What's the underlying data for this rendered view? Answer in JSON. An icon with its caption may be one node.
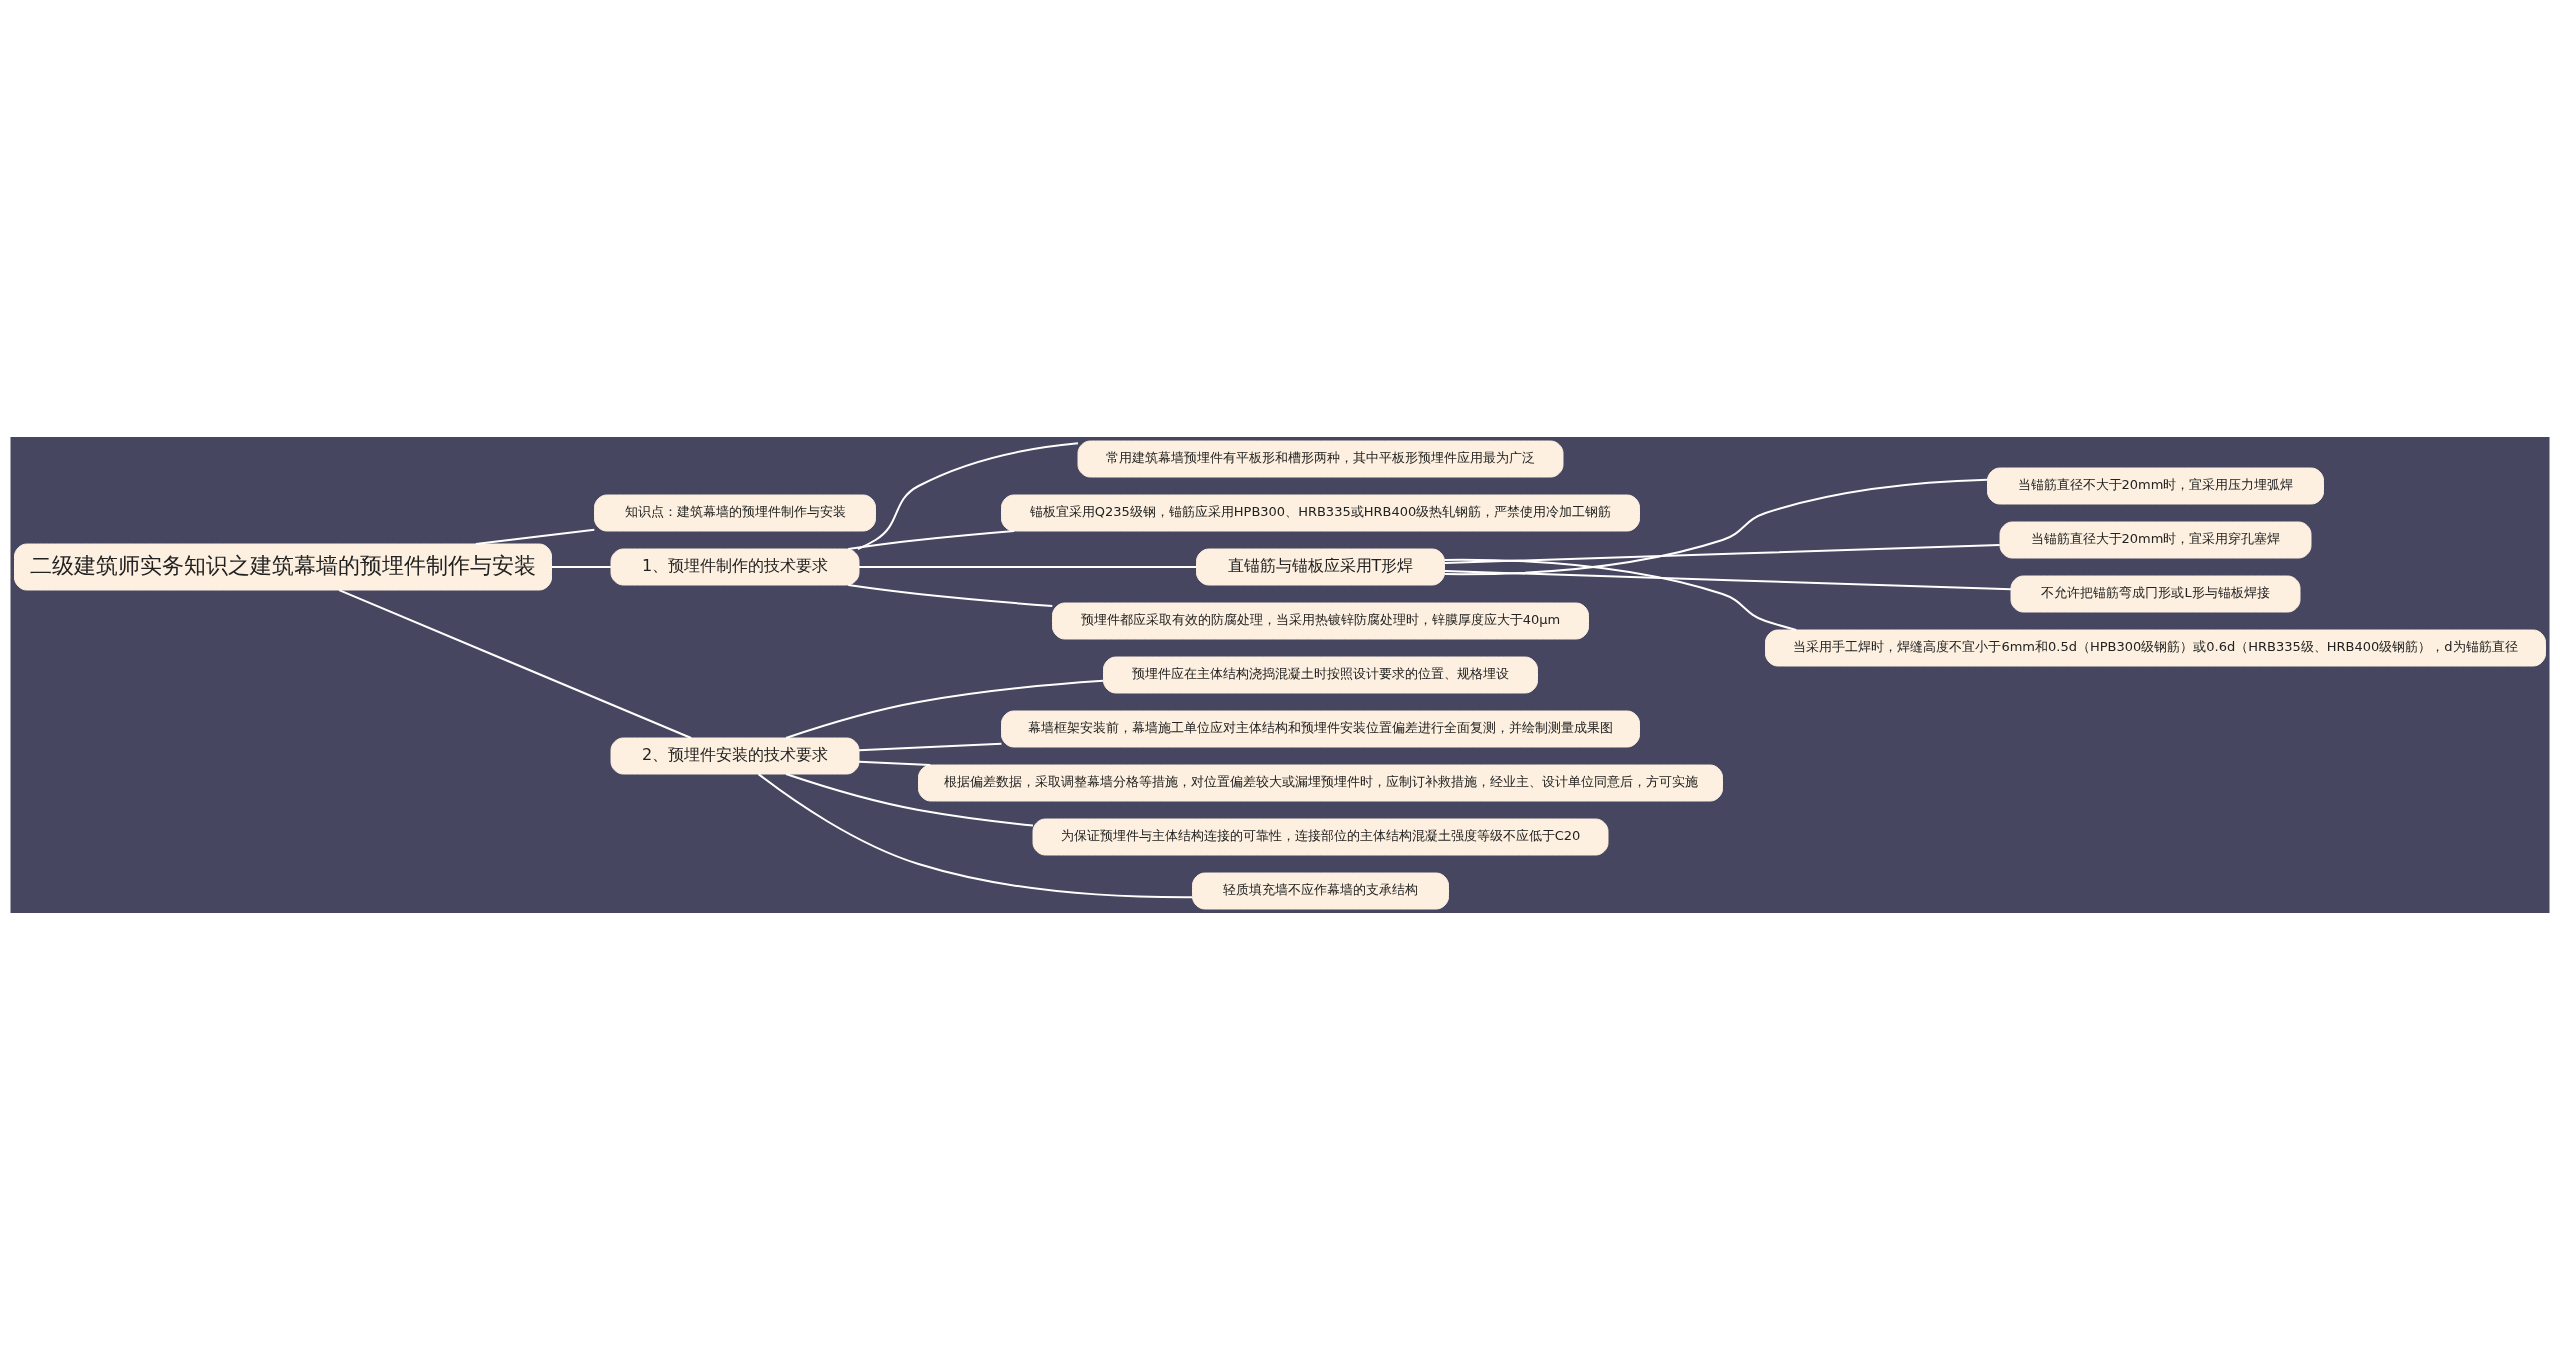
{
  "diagram": {
    "nodes": [
      {
        "text": [
          "二级建筑师实务知识之建筑幕墙的预埋件制作与安装"
        ]
      },
      {
        "text": [
          "知识点：建筑幕墙的预埋件制作与安装"
        ]
      },
      {
        "text": [
          "1、预埋件制作的技术要求"
        ]
      },
      {
        "text": [
          "常用建筑幕墙预埋件有平板形和槽形两种，其中平板形预埋件应用最为广泛"
        ]
      },
      {
        "text": [
          "锚板宜采用Q235级钢，锚筋应采用HPB300、HRB335或HRB400级热轧钢筋，严禁使用冷加工钢筋"
        ]
      },
      {
        "text": [
          "直锚筋与锚板应采用T形焊"
        ]
      },
      {
        "text": [
          "当锚筋直径不大于20mm时，宜采用压力埋弧焊"
        ]
      },
      {
        "text": [
          "当锚筋直径大于20mm时，宜采用穿孔塞焊"
        ]
      },
      {
        "text": [
          "不允许把锚筋弯成冂形或L形与锚板焊接"
        ]
      },
      {
        "text": [
          "当采用手工焊时，焊缝高度不宜小于6mm和0.5d（HPB300级钢筋）或0.6d（HRB335级、HRB400级钢筋），d为锚筋直径"
        ]
      },
      {
        "text": [
          "预埋件都应采取有效的防腐处理，当采用热镀锌防腐处理时，锌膜厚度应大于40μm"
        ]
      },
      {
        "text": [
          "2、预埋件安装的技术要求"
        ]
      },
      {
        "text": [
          "预埋件应在主体结构浇捣混凝土时按照设计要求的位置、规格埋设"
        ]
      },
      {
        "text": [
          "幕墙框架安装前，幕墙施工单位应对主体结构和预埋件安装位置偏差进行全面复测，并绘制测量成果图"
        ]
      },
      {
        "text": [
          "根据偏差数据，采取调整幕墙分格等措施，对位置偏差较大或漏埋预埋件时，应制订补救措施，经业主、设计单位同意后，方可实施"
        ]
      },
      {
        "text": [
          "为保证预埋件与主体结构连接的可靠性，连接部位的主体结构混凝土强度等级不应低于C20"
        ]
      },
      {
        "text": [
          "轻质填充墙不应作幕墙的支承结构"
        ]
      }
    ],
    "edges": [
      {
        "from": 0,
        "to": 1,
        "arrow": "none"
      },
      {
        "from": 0,
        "to": 2,
        "arrow": "none"
      },
      {
        "from": 2,
        "to": 3,
        "arrow": "none"
      },
      {
        "from": 2,
        "to": 4,
        "arrow": "none"
      },
      {
        "from": 2,
        "to": 5,
        "arrow": "none"
      },
      {
        "from": 5,
        "to": 6,
        "arrow": "none"
      },
      {
        "from": 5,
        "to": 7,
        "arrow": "none"
      },
      {
        "from": 5,
        "to": 8,
        "arrow": "none"
      },
      {
        "from": 5,
        "to": 9,
        "arrow": "none"
      },
      {
        "from": 2,
        "to": 10,
        "arrow": "none"
      },
      {
        "from": 0,
        "to": 11,
        "arrow": "none"
      },
      {
        "from": 11,
        "to": 12,
        "arrow": "none"
      },
      {
        "from": 11,
        "to": 13,
        "arrow": "none"
      },
      {
        "from": 11,
        "to": 14,
        "arrow": "none"
      },
      {
        "from": 11,
        "to": 15,
        "arrow": "none"
      },
      {
        "from": 11,
        "to": 16,
        "arrow": "none"
      }
    ]
  }
}
